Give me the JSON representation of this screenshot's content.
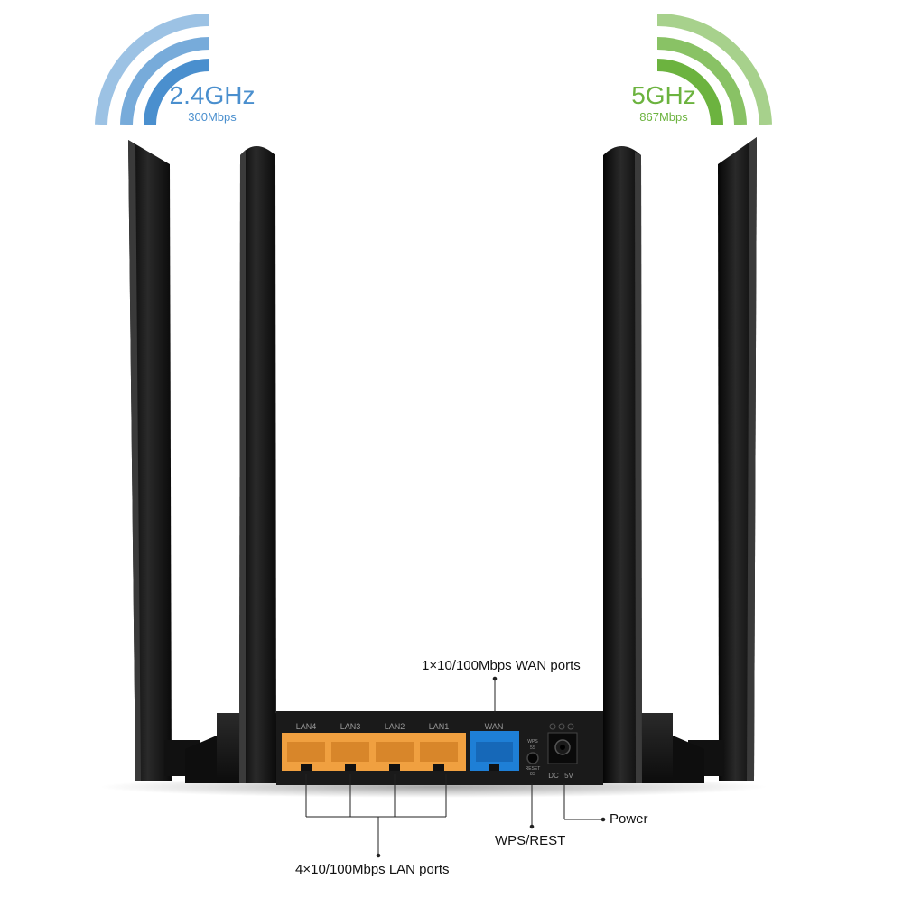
{
  "bands": {
    "band_24": {
      "frequency": "2.4GHz",
      "rate": "300Mbps",
      "color": "#4a8fce"
    },
    "band_5": {
      "frequency": "5GHz",
      "rate": "867Mbps",
      "color": "#6cb33f"
    }
  },
  "router": {
    "color": "#141414",
    "lan_port_color": "#f0a040",
    "wan_port_color": "#1e7fd6",
    "ports": {
      "lan_labels": [
        "LAN4",
        "LAN3",
        "LAN2",
        "LAN1"
      ],
      "wan_label": "WAN",
      "wps_label_top": "WPS",
      "wps_label_mid": "5S",
      "reset_label_top": "RESET",
      "reset_label_mid": "8S",
      "power_label_dc": "DC",
      "power_label_v": "5V"
    }
  },
  "annotations": {
    "wan": "1×10/100Mbps WAN ports",
    "lan": "4×10/100Mbps LAN ports",
    "wps": "WPS/REST",
    "power": "Power"
  }
}
